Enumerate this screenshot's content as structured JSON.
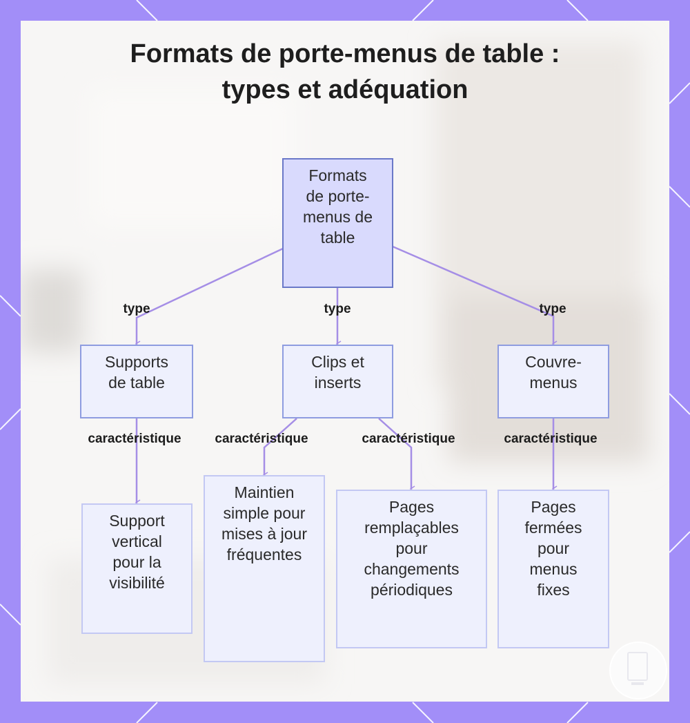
{
  "title": {
    "line1": "Formats de porte-menus de table :",
    "line2": "types et adéquation"
  },
  "nodes": {
    "root": {
      "label": "Formats de porte-menus de table"
    },
    "supports": {
      "label": "Supports de table"
    },
    "clips": {
      "label": "Clips et inserts"
    },
    "couvre": {
      "label": "Couvre-menus"
    },
    "support_vertical": {
      "label": "Support vertical pour la visibilité"
    },
    "maintien": {
      "label": "Maintien simple pour mises à jour fréquentes"
    },
    "pages_remplacables": {
      "label": "Pages remplaçables pour changements périodiques"
    },
    "pages_fermees": {
      "label": "Pages fermées pour menus fixes"
    }
  },
  "edge_labels": {
    "type": "type",
    "caracteristique": "caractéristique"
  },
  "colors": {
    "frame": "#a28ef8",
    "edge": "#a58ee6",
    "root_fill": "#d9dafd",
    "node_fill": "#eef0fd"
  }
}
